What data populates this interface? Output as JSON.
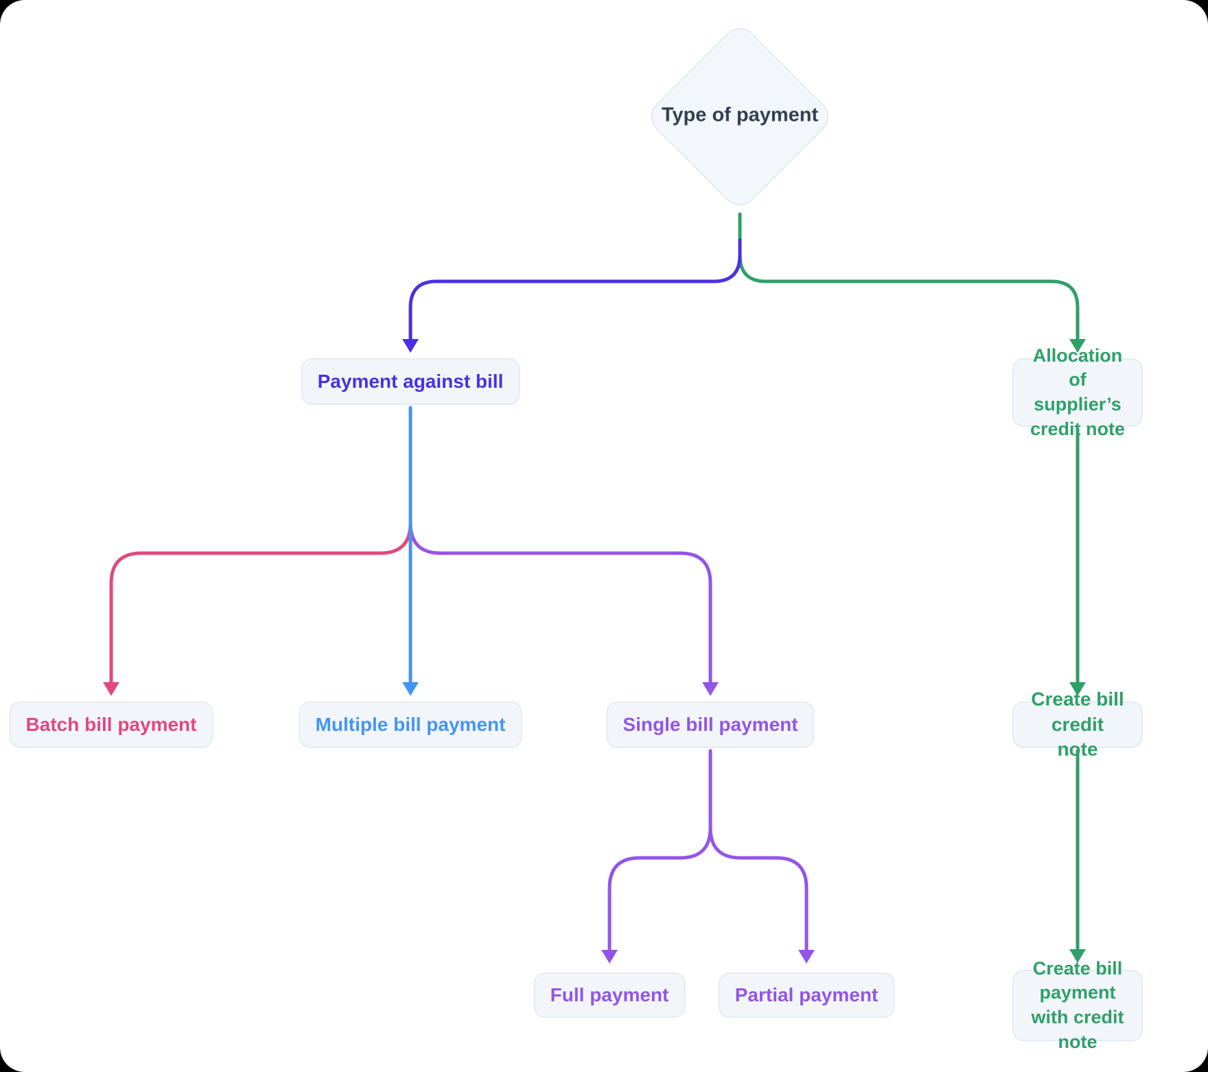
{
  "colors": {
    "page_bg": "#000000",
    "card_bg": "#ffffff",
    "indigo": "#4B2FE3",
    "green": "#2FA06A",
    "blue": "#4495F3",
    "pink": "#E2487F",
    "purple": "#9355E8",
    "node_fill": "#F2F6FA",
    "node_border": "#E4EBF4",
    "diamond_fill": "#F3F7FB",
    "diamond_border": "#E2EAF4",
    "dark_text": "#333F51"
  },
  "diagram": {
    "root": {
      "label": "Type of payment"
    },
    "nodes": {
      "payment_against_bill": {
        "label": "Payment against bill",
        "color": "#4B2FE3"
      },
      "allocation_of_suppliers_credit_note": {
        "label": "Allocation of supplier’s\ncredit note",
        "color": "#2FA06A"
      },
      "batch_bill_payment": {
        "label": "Batch bill payment",
        "color": "#E2487F"
      },
      "multiple_bill_payment": {
        "label": "Multiple bill payment",
        "color": "#4495F3"
      },
      "single_bill_payment": {
        "label": "Single bill payment",
        "color": "#9355E8"
      },
      "create_bill_credit_note": {
        "label": "Create bill credit note",
        "color": "#2FA06A"
      },
      "full_payment": {
        "label": "Full payment",
        "color": "#9355E8"
      },
      "partial_payment": {
        "label": "Partial payment",
        "color": "#9355E8"
      },
      "create_bill_payment_with_credit_note": {
        "label": "Create bill payment\nwith credit note",
        "color": "#2FA06A"
      }
    },
    "edges": [
      {
        "from": "type_of_payment",
        "to": "payment_against_bill",
        "color": "indigo"
      },
      {
        "from": "type_of_payment",
        "to": "allocation_of_suppliers_credit_note",
        "color": "green"
      },
      {
        "from": "payment_against_bill",
        "to": "batch_bill_payment",
        "color": "pink"
      },
      {
        "from": "payment_against_bill",
        "to": "multiple_bill_payment",
        "color": "blue"
      },
      {
        "from": "payment_against_bill",
        "to": "single_bill_payment",
        "color": "purple"
      },
      {
        "from": "allocation_of_suppliers_credit_note",
        "to": "create_bill_credit_note",
        "color": "green"
      },
      {
        "from": "single_bill_payment",
        "to": "full_payment",
        "color": "purple"
      },
      {
        "from": "single_bill_payment",
        "to": "partial_payment",
        "color": "purple"
      },
      {
        "from": "create_bill_credit_note",
        "to": "create_bill_payment_with_credit_note",
        "color": "green"
      }
    ]
  }
}
